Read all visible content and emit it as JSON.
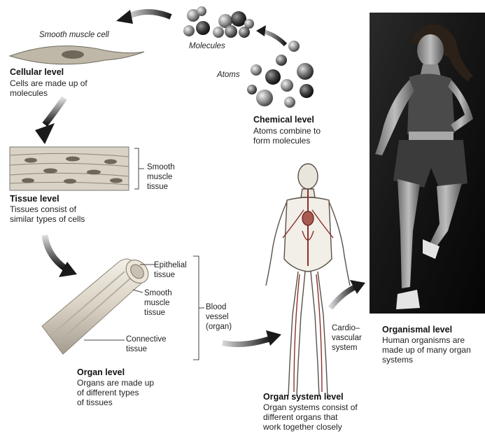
{
  "chemical": {
    "molecules_label": "Molecules",
    "atoms_label": "Atoms",
    "heading": "Chemical level",
    "desc": "Atoms combine to\nform molecules"
  },
  "cellular": {
    "cell_label": "Smooth muscle cell",
    "heading": "Cellular level",
    "desc": "Cells are made up of\nmolecules"
  },
  "tissue": {
    "tissue_label": "Smooth\nmuscle\ntissue",
    "heading": "Tissue level",
    "desc": "Tissues consist of\nsimilar types of cells"
  },
  "organ": {
    "epithelial_label": "Epithelial\ntissue",
    "smooth_label": "Smooth\nmuscle\ntissue",
    "connective_label": "Connective\ntissue",
    "vessel_label": "Blood\nvessel\n(organ)",
    "heading": "Organ level",
    "desc": "Organs are made up\nof different types\nof tissues"
  },
  "organ_system": {
    "system_label": "Cardio–\nvascular\nsystem",
    "heading": "Organ system level",
    "desc": "Organ systems consist of\ndifferent organs that\nwork together closely"
  },
  "organismal": {
    "heading": "Organismal level",
    "desc": "Human organisms are\nmade up of many organ\nsystems"
  }
}
